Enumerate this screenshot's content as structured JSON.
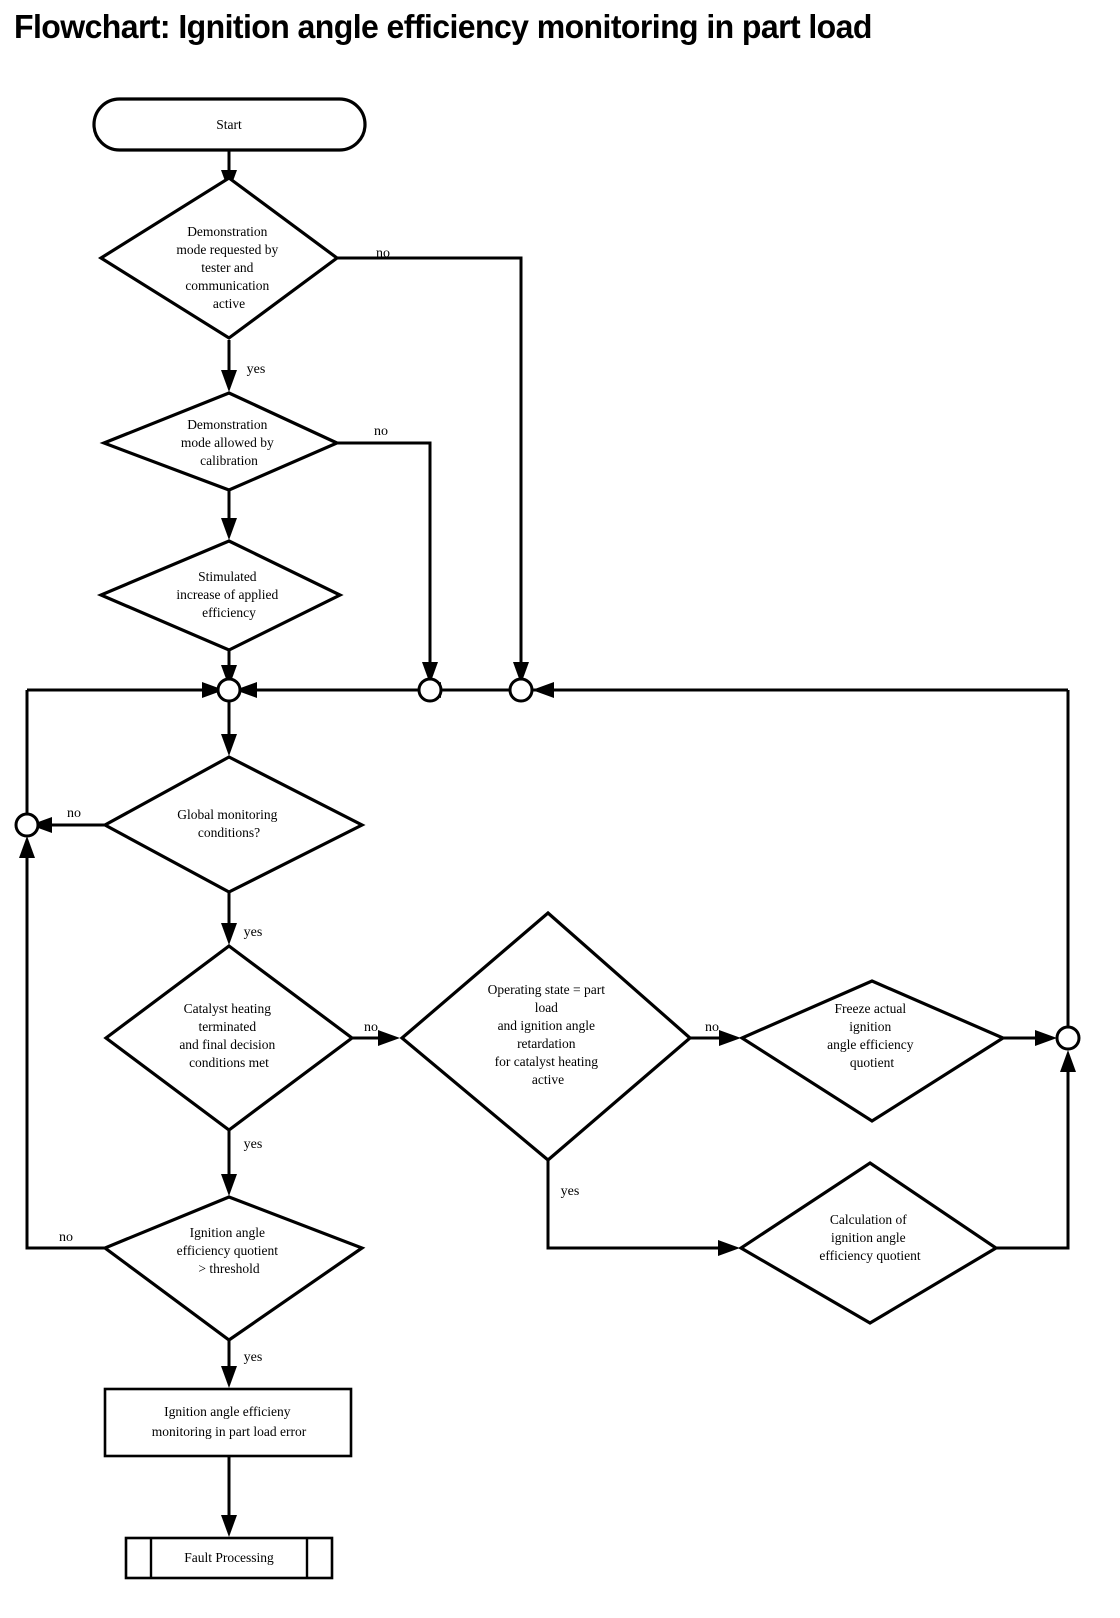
{
  "title": "Flowchart: Ignition angle efficiency monitoring in part load",
  "nodes": {
    "start": {
      "label": "Start",
      "shape": "terminator"
    },
    "demo_requested": {
      "shape": "decision",
      "lines": [
        "Demonstration",
        "mode requested by",
        "tester  and",
        "communication",
        "active"
      ]
    },
    "demo_allowed": {
      "shape": "decision",
      "lines": [
        "Demonstration",
        "mode allowed by",
        "calibration"
      ]
    },
    "simulated_increase": {
      "shape": "decision",
      "lines": [
        "Stimulated",
        "increase of applied",
        "efficiency"
      ]
    },
    "global_monitoring": {
      "shape": "decision",
      "lines": [
        "Global monitoring",
        "conditions?"
      ]
    },
    "catalyst_heating": {
      "shape": "decision",
      "lines": [
        "Catalyst heating",
        "terminated",
        "and final decision",
        "conditions met"
      ]
    },
    "operating_state": {
      "shape": "decision",
      "lines": [
        "Operating state = part",
        "load",
        "and ignition angle",
        "retardation",
        "for catalyst heating",
        "active"
      ]
    },
    "freeze_quotient": {
      "shape": "decision",
      "lines": [
        "Freeze actual",
        "ignition",
        "angle efficiency",
        "quotient"
      ]
    },
    "calculation_quotient": {
      "shape": "decision",
      "lines": [
        "Calculation of",
        "ignition angle",
        "efficiency quotient"
      ]
    },
    "threshold_check": {
      "shape": "decision",
      "lines": [
        "Ignition angle",
        "efficiency quotient",
        "> threshold"
      ]
    },
    "error_box": {
      "shape": "process",
      "lines": [
        "Ignition angle efficieny",
        "monitoring in part load error"
      ]
    },
    "fault_processing": {
      "shape": "predefined-process",
      "label": "Fault Processing"
    }
  },
  "edge_labels": {
    "no_demo_requested": "no",
    "yes_demo_requested": "yes",
    "no_demo_allowed": "no",
    "no_global_monitoring": "no",
    "yes_global_monitoring": "yes",
    "no_catalyst_heating": "no",
    "yes_catalyst_heating": "yes",
    "no_operating_state": "no",
    "yes_operating_state": "yes",
    "no_threshold": "no",
    "yes_threshold": "yes"
  },
  "colors": {
    "stroke": "#000000",
    "fill": "#ffffff",
    "text": "#000000"
  }
}
